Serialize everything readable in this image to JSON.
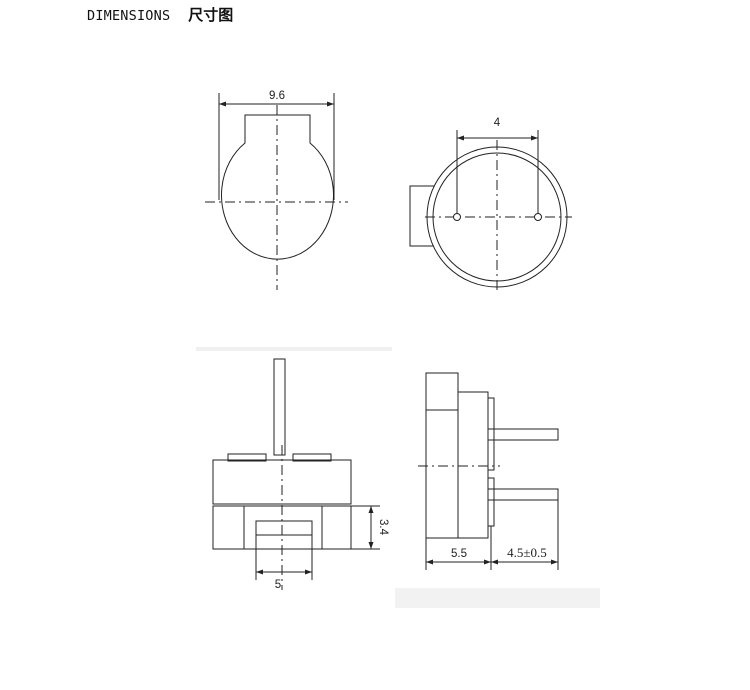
{
  "heading": {
    "en": "DIMENSIONS",
    "zh": "尺寸图"
  },
  "dimensions": {
    "top_width": "9.6",
    "pin_spacing": "4",
    "height": "3.4",
    "slot_width": "5",
    "body_depth": "5.5",
    "pin_length": "4.5±0.5"
  }
}
